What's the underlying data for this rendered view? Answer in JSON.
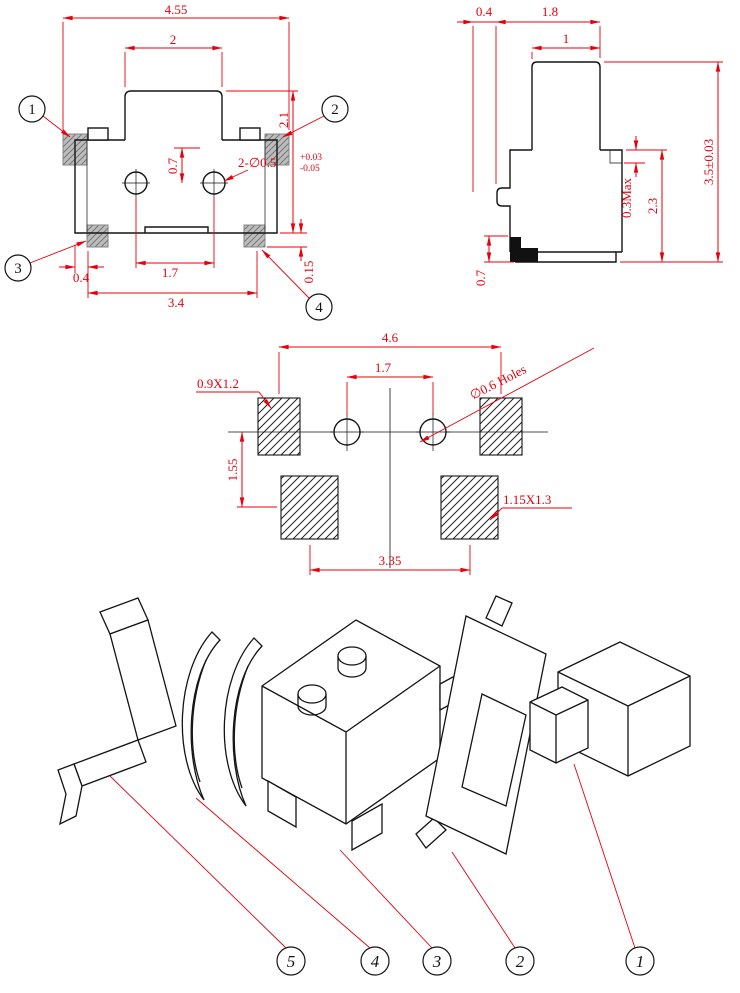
{
  "drawing": {
    "background": "#ffffff",
    "dimension_color": "#e8000d",
    "line_color": "#141414"
  },
  "front_view": {
    "dim_total_width": "4.55",
    "dim_button_width": "2",
    "dim_height": "2.1",
    "dim_hole_offset": "0.7",
    "hole_spec": "2-∅0.5",
    "hole_tol_upper": "+0.03",
    "hole_tol_lower": "-0.05",
    "dim_pad_inset": "0.4",
    "dim_hole_span": "1.7",
    "dim_pad_span": "3.4",
    "dim_pad_drop": "0.15",
    "callout_1": "1",
    "callout_2": "2",
    "callout_3": "3",
    "callout_4": "4"
  },
  "side_view": {
    "dim_tab": "0.4",
    "dim_body_width": "1.8",
    "dim_button_width": "1",
    "dim_total_height": "3.5±0.03",
    "dim_body_height": "2.3",
    "dim_step": "0.3Max",
    "dim_terminal": "0.7"
  },
  "footprint_view": {
    "dim_pad_pitch_x": "4.6",
    "dim_hole_pitch": "1.7",
    "holes_label": "∅0.6 Holes",
    "pad_size_top": "0.9X1.2",
    "dim_row_pitch": "1.55",
    "pad_size_bottom": "1.15X1.3",
    "dim_pad_pitch_bottom": "3.35"
  },
  "exploded_view": {
    "callout_5": "5",
    "callout_4": "4",
    "callout_3": "3",
    "callout_2": "2",
    "callout_1": "1"
  }
}
